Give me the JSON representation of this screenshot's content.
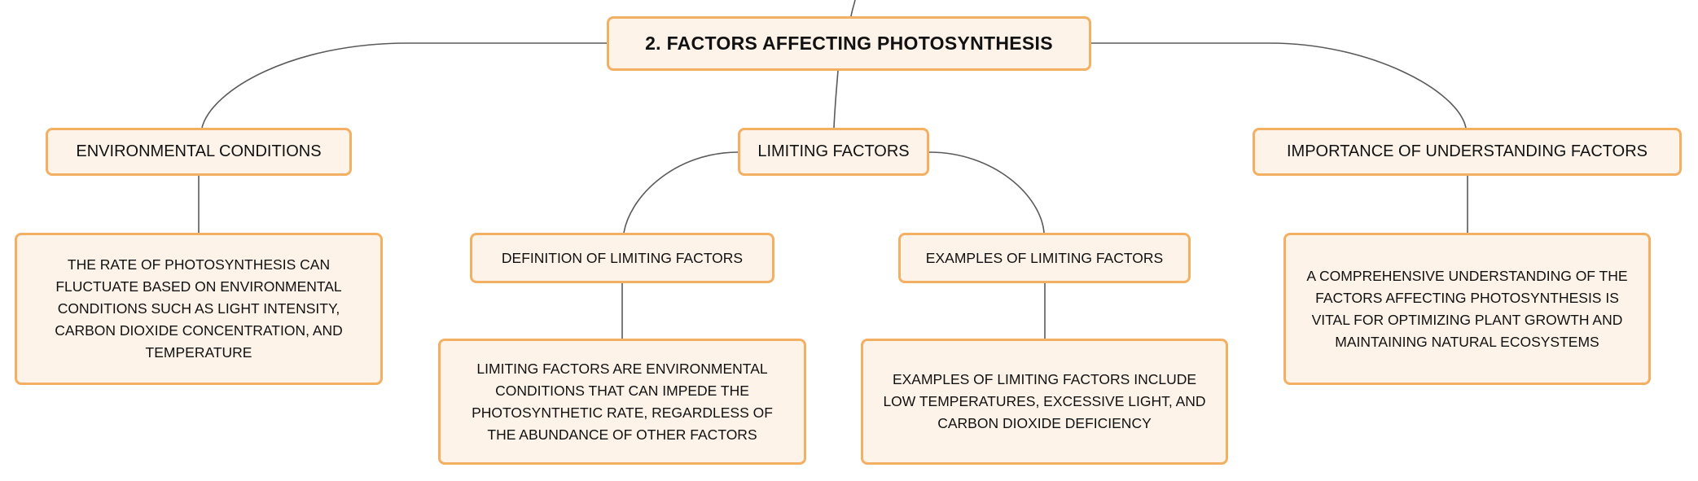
{
  "root": {
    "label": "2. FACTORS AFFECTING PHOTOSYNTHESIS"
  },
  "branches": [
    {
      "label": "ENVIRONMENTAL CONDITIONS",
      "detail": "THE RATE OF PHOTOSYNTHESIS CAN FLUCTUATE BASED ON ENVIRONMENTAL CONDITIONS SUCH AS LIGHT INTENSITY, CARBON DIOXIDE CONCENTRATION, AND TEMPERATURE"
    },
    {
      "label": "LIMITING FACTORS",
      "children": [
        {
          "label": "DEFINITION OF LIMITING FACTORS",
          "detail": "LIMITING FACTORS ARE ENVIRONMENTAL CONDITIONS THAT CAN IMPEDE THE PHOTOSYNTHETIC RATE, REGARDLESS OF THE ABUNDANCE OF OTHER FACTORS"
        },
        {
          "label": "EXAMPLES OF LIMITING FACTORS",
          "detail": "EXAMPLES OF LIMITING FACTORS INCLUDE LOW TEMPERATURES, EXCESSIVE LIGHT, AND CARBON DIOXIDE DEFICIENCY"
        }
      ]
    },
    {
      "label": "IMPORTANCE OF UNDERSTANDING FACTORS",
      "detail": "A COMPREHENSIVE UNDERSTANDING OF THE FACTORS AFFECTING PHOTOSYNTHESIS IS VITAL FOR OPTIMIZING PLANT GROWTH AND MAINTAINING NATURAL ECOSYSTEMS"
    }
  ],
  "colors": {
    "node_fill": "#fdf3e9",
    "node_border": "#f4b062",
    "connector": "#5a5a5a"
  }
}
